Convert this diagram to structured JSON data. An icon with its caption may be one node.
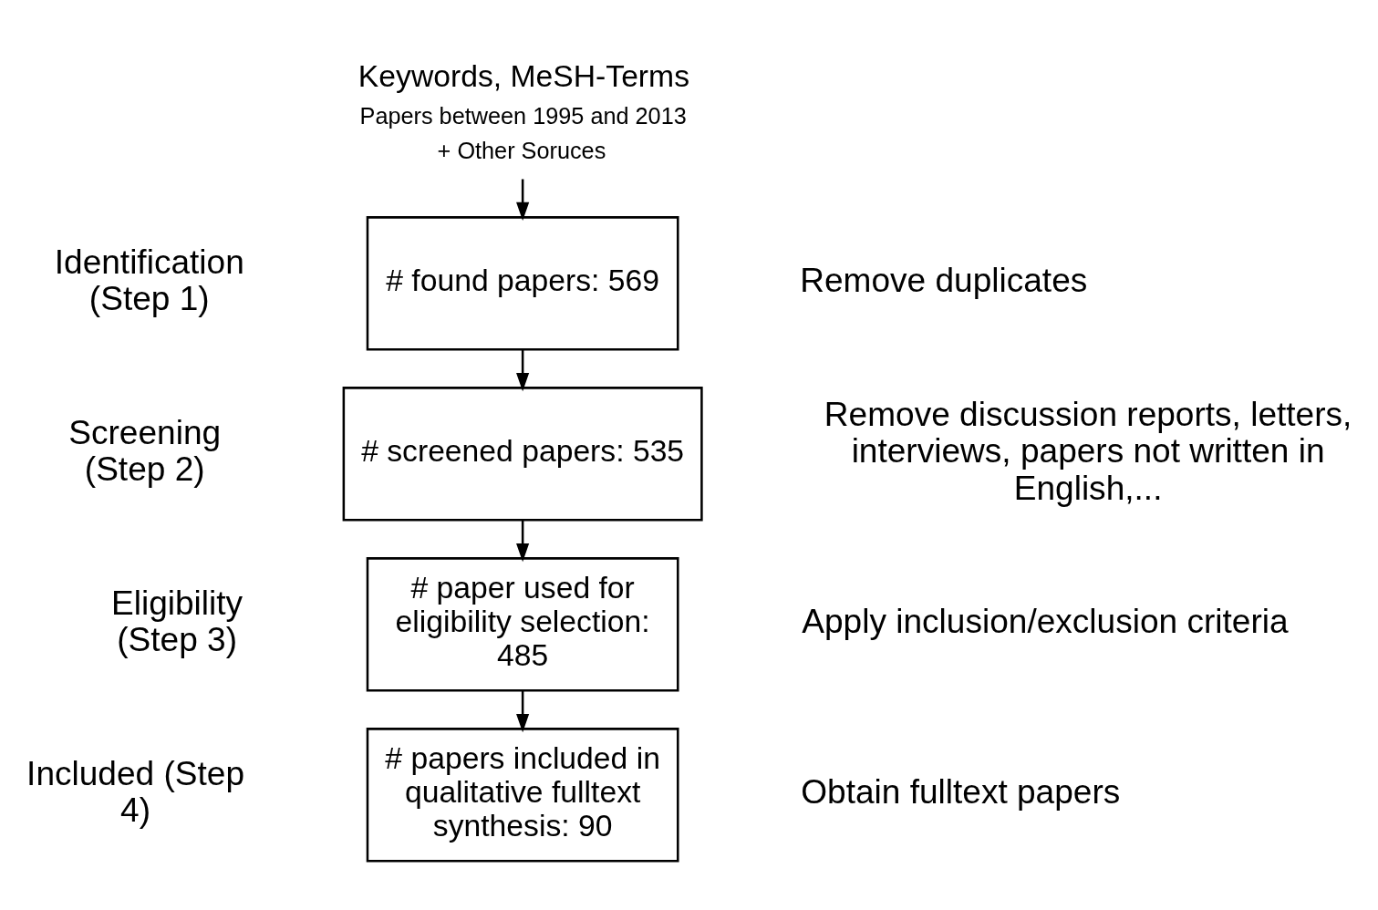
{
  "diagram": {
    "nodes": [
      {
        "text": [
          "Keywords, MeSH-Terms",
          "Papers between 1995 and 2013",
          "+ Other Soruces"
        ]
      },
      {
        "text": [
          "# found papers: 569"
        ]
      },
      {
        "text": [
          "# screened papers: 535"
        ]
      },
      {
        "text": [
          "# paper used for eligibility selection: 485"
        ]
      },
      {
        "text": [
          "# papers included in qualitative fulltext synthesis: 90"
        ]
      }
    ],
    "edges": [
      {
        "from": 0,
        "to": 1,
        "arrow": "to"
      },
      {
        "from": 1,
        "to": 2,
        "arrow": "to"
      },
      {
        "from": 2,
        "to": 3,
        "arrow": "to"
      },
      {
        "from": 3,
        "to": 4,
        "arrow": "to"
      }
    ],
    "labels": [
      "Identification (Step 1)",
      "Remove duplicates",
      "Screening (Step 2)",
      "Remove discussion reports, letters, interviews, papers not written in English,...",
      "Eligibility (Step 3)",
      "Apply inclusion/exclusion criteria",
      "Included (Step 4)",
      "Obtain fulltext papers"
    ]
  }
}
